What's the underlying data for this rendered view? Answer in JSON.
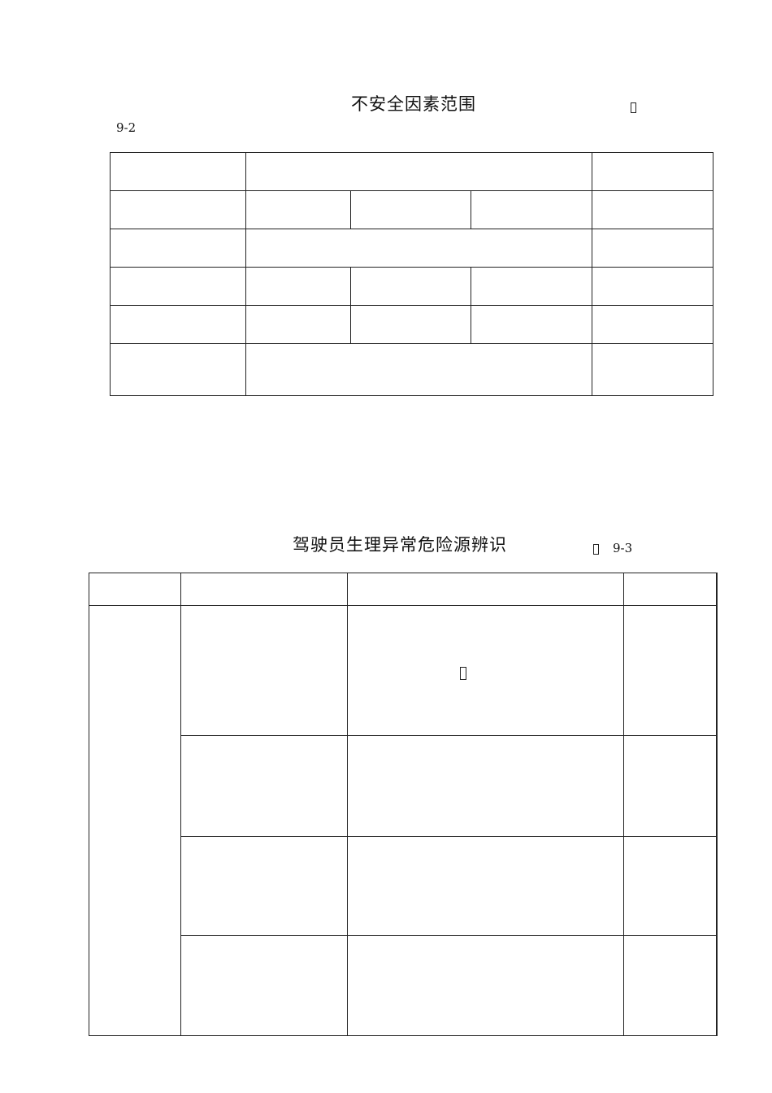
{
  "table_9_2": {
    "title": "不安全因素范围",
    "label_left": "9-2",
    "header": [
      "",
      "",
      ""
    ],
    "rows": [
      {
        "c1": "",
        "c2": "",
        "c3": "",
        "c4": ""
      },
      {
        "c1": "",
        "c2": ""
      },
      {
        "c1": "",
        "c2": "",
        "c3": "",
        "c4": ""
      },
      {
        "c1": "",
        "c2": "",
        "c3": "",
        "c4": ""
      },
      {
        "c1a": "",
        "c1b": "",
        "c2": ""
      }
    ]
  },
  "table_9_3": {
    "title": "驾驶员生理异常危险源辨识",
    "label_right": "9-3",
    "header": [
      "",
      "",
      "",
      ""
    ],
    "group_label_a": "",
    "group_label_b": "",
    "rows": [
      {
        "name": "",
        "desc_1": "",
        "desc_2": "",
        "desc_3": "",
        "desc_4": ""
      },
      {
        "name": "",
        "desc_1": "",
        "desc_2": "",
        "desc_3": ""
      },
      {
        "name": "",
        "desc_1": "",
        "desc_2": "",
        "desc_3": ""
      },
      {
        "name": "",
        "desc_1": "",
        "desc_2": "",
        "desc_3": ""
      }
    ]
  }
}
